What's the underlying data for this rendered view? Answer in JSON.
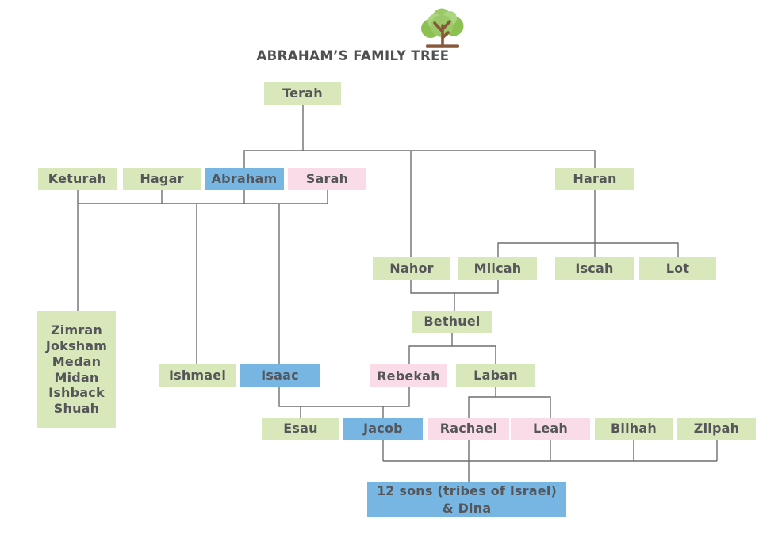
{
  "title": "ABRAHAM’S FAMILY TREE",
  "icons": {
    "header": "tree-icon"
  },
  "colors": {
    "male_box": "#77b5e3",
    "wife_box": "#fadce8",
    "family_box": "#d9e8ba",
    "connector": "#6d6e71",
    "text": "#55565a",
    "tree_canopy": "#9bc96a",
    "tree_canopy_light": "#aad57d",
    "tree_trunk": "#88573a"
  },
  "nodes": {
    "terah": {
      "label": "Terah"
    },
    "keturah": {
      "label": "Keturah"
    },
    "hagar": {
      "label": "Hagar"
    },
    "abraham": {
      "label": "Abraham"
    },
    "sarah": {
      "label": "Sarah"
    },
    "haran": {
      "label": "Haran"
    },
    "nahor": {
      "label": "Nahor"
    },
    "milcah": {
      "label": "Milcah"
    },
    "iscah": {
      "label": "Iscah"
    },
    "lot": {
      "label": "Lot"
    },
    "bethuel": {
      "label": "Bethuel"
    },
    "keturah_sons": {
      "label": "Zimran\nJoksham\nMedan\nMidan\nIshback\nShuah"
    },
    "ishmael": {
      "label": "Ishmael"
    },
    "isaac": {
      "label": "Isaac"
    },
    "rebekah": {
      "label": "Rebekah"
    },
    "laban": {
      "label": "Laban"
    },
    "esau": {
      "label": "Esau"
    },
    "jacob": {
      "label": "Jacob"
    },
    "rachael": {
      "label": "Rachael"
    },
    "leah": {
      "label": "Leah"
    },
    "bilhah": {
      "label": "Bilhah"
    },
    "zilpah": {
      "label": "Zilpah"
    },
    "twelve_sons": {
      "label": "12 sons (tribes of Israel)\n& Dina"
    }
  }
}
